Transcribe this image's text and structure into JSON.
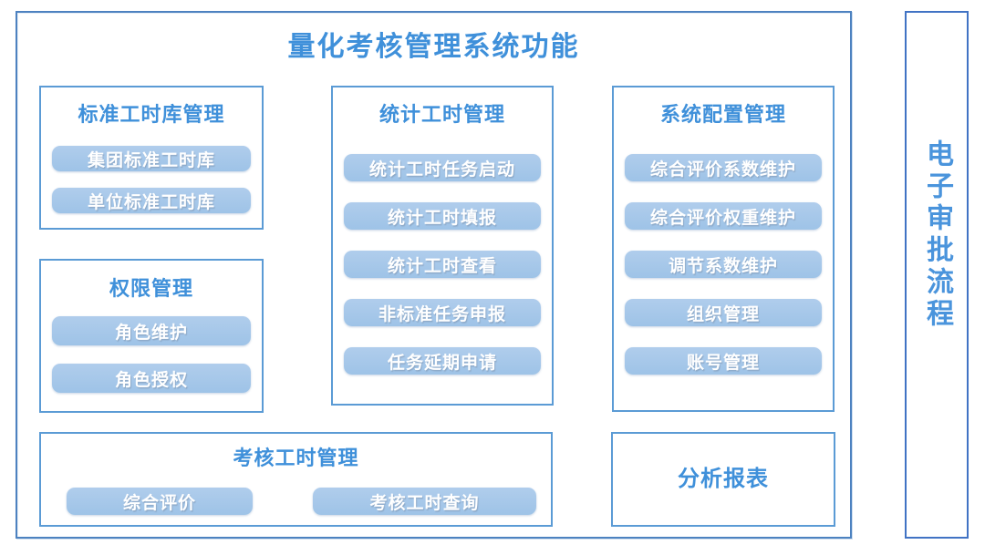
{
  "title": "量化考核管理系统功能",
  "sections": [
    {
      "id": "standard-hours-library",
      "title": "标准工时库管理",
      "items": [
        "集团标准工时库",
        "单位标准工时库"
      ]
    },
    {
      "id": "stat-hours",
      "title": "统计工时管理",
      "items": [
        "统计工时任务启动",
        "统计工时填报",
        "统计工时查看",
        "非标准任务申报",
        "任务延期申请"
      ]
    },
    {
      "id": "system-config",
      "title": "系统配置管理",
      "items": [
        "综合评价系数维护",
        "综合评价权重维护",
        "调节系数维护",
        "组织管理",
        "账号管理"
      ]
    },
    {
      "id": "permission",
      "title": "权限管理",
      "items": [
        "角色维护",
        "角色授权"
      ]
    },
    {
      "id": "assessment-hours",
      "title": "考核工时管理",
      "items": [
        "综合评价",
        "考核工时查询"
      ]
    },
    {
      "id": "analysis-report",
      "title": "分析报表",
      "items": []
    }
  ],
  "side_panel": {
    "title": "电子审批流程"
  },
  "colors": {
    "accent_text": "#3f90da",
    "main_frame_border": "#4d82c0",
    "section_border": "#5b9bd5",
    "side_panel_border": "#4173c4",
    "button_bg": "#9ec3e7",
    "button_text": "#ffffff",
    "background": "#ffffff"
  }
}
